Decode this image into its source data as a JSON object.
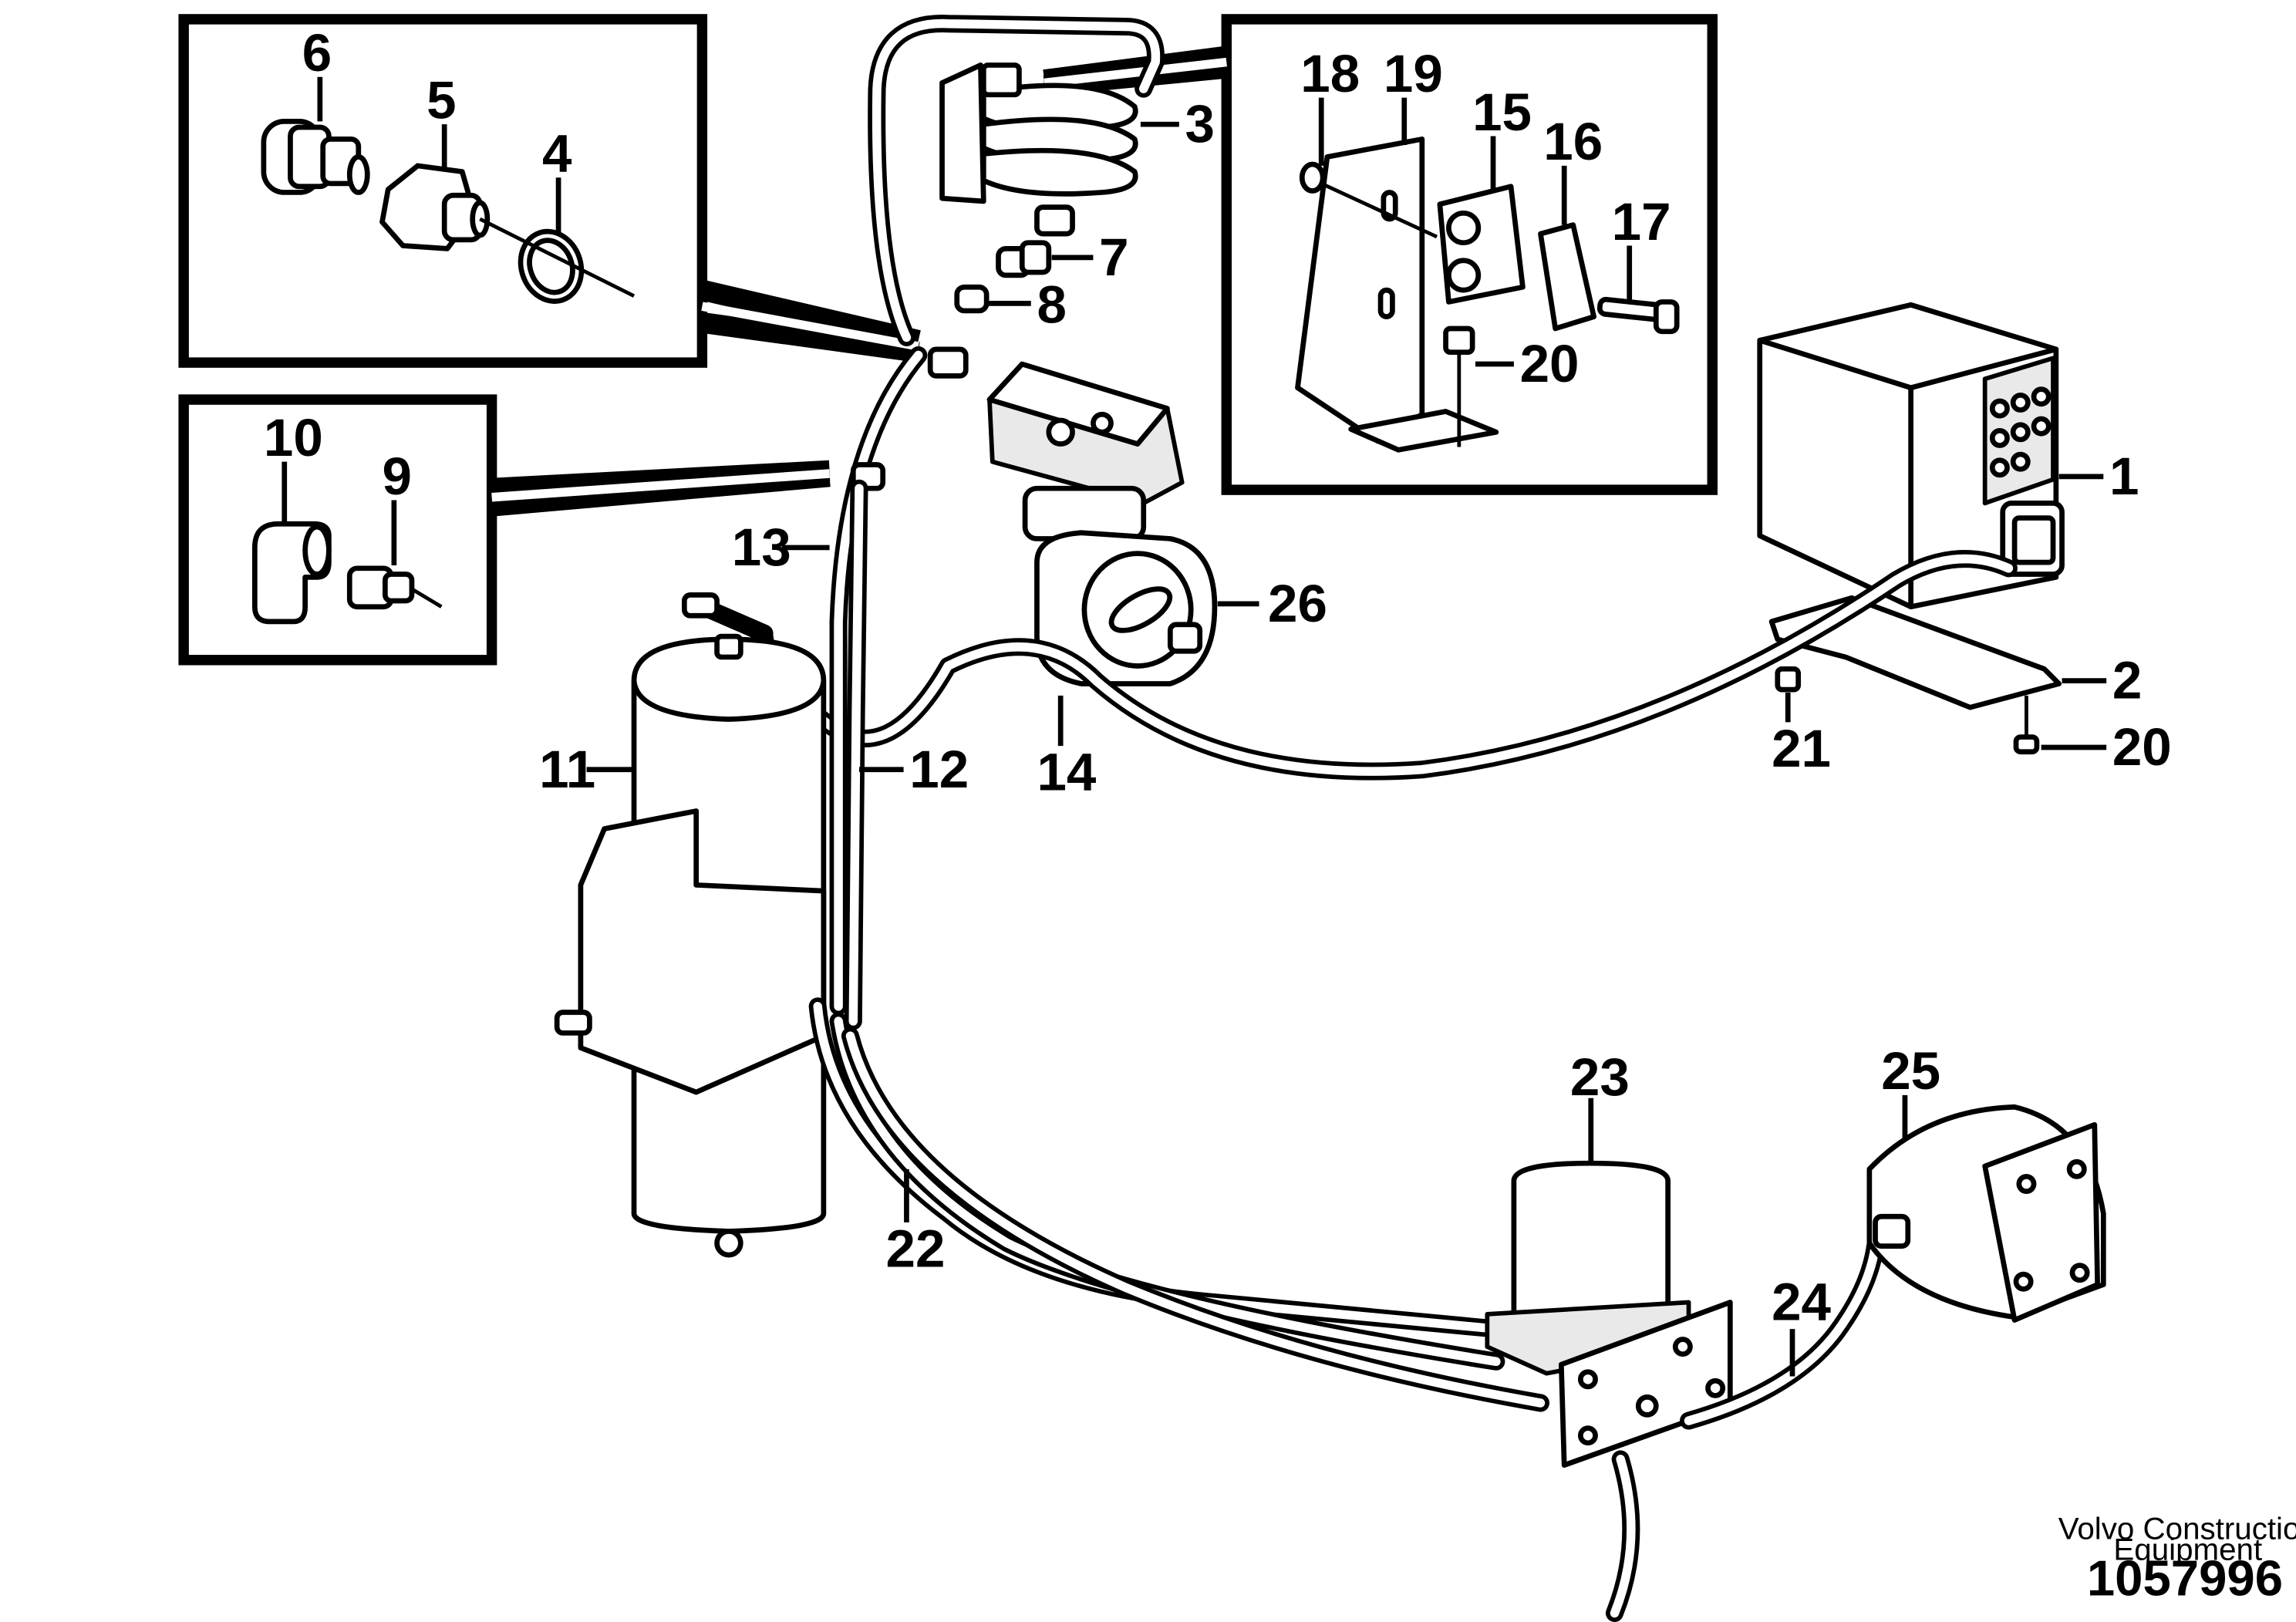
{
  "labels": {
    "p1": "1",
    "p2": "2",
    "p3": "3",
    "p4": "4",
    "p5": "5",
    "p6": "6",
    "p7": "7",
    "p8": "8",
    "p9": "9",
    "p10": "10",
    "p11": "11",
    "p12": "12",
    "p13": "13",
    "p14": "14",
    "p15": "15",
    "p16": "16",
    "p17": "17",
    "p18": "18",
    "p19": "19",
    "p20a": "20",
    "p20b": "20",
    "p21": "21",
    "p22": "22",
    "p23": "23",
    "p24": "24",
    "p25": "25",
    "p26": "26"
  },
  "credit": {
    "line1": "Volvo Construction",
    "line2": "Equipment",
    "number": "1057996"
  }
}
